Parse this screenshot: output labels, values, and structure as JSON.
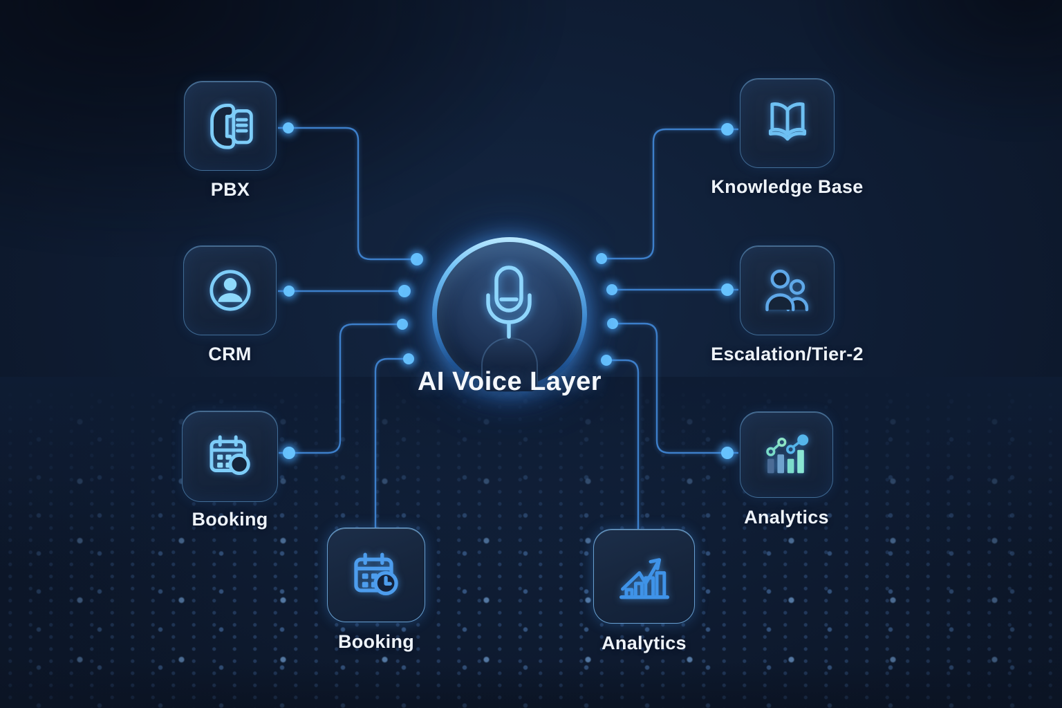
{
  "center": {
    "label": "AI Voice Layer",
    "icon": "microphone-icon"
  },
  "nodes": [
    {
      "id": "pbx",
      "label": "PBX",
      "icon": "phone-fax-icon",
      "side": "left"
    },
    {
      "id": "crm",
      "label": "CRM",
      "icon": "user-circle-icon",
      "side": "left"
    },
    {
      "id": "booking-left",
      "label": "Booking",
      "icon": "calendar-icon",
      "side": "left"
    },
    {
      "id": "knowledge-base",
      "label": "Knowledge Base",
      "icon": "open-book-icon",
      "side": "right"
    },
    {
      "id": "escalation",
      "label": "Escalation/Tier-2",
      "icon": "people-icon",
      "side": "right"
    },
    {
      "id": "analytics-right",
      "label": "Analytics",
      "icon": "bar-chart-icon",
      "side": "right"
    },
    {
      "id": "booking-bottom",
      "label": "Booking",
      "icon": "calendar-clock-icon",
      "side": "bottom"
    },
    {
      "id": "analytics-bottom",
      "label": "Analytics",
      "icon": "growth-chart-icon",
      "side": "bottom"
    }
  ],
  "colors": {
    "background": "#0e1c33",
    "node_fill": "#16253c",
    "node_border": "#64a5dc",
    "icon_stroke": "#7ecdf8",
    "icon_stroke_bottom": "#4d9ded",
    "connector_line": "#3d7fca",
    "connector_dot": "#67c2fd",
    "hub_ring": "#74c3f6",
    "label_text": "#eef3f9",
    "analytics_mint": "#8ae6d3",
    "analytics_steel": "#6fa3cd"
  }
}
